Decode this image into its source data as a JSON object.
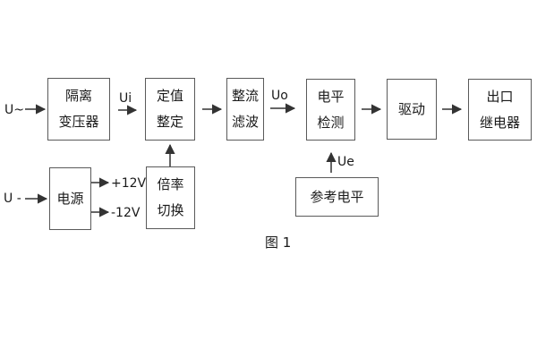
{
  "figure": {
    "caption": "图 1"
  },
  "inputs": {
    "ac_label": "U~",
    "dc_label": "U -"
  },
  "signals": {
    "ui": "Ui",
    "uo": "Uo",
    "ue": "Ue"
  },
  "rails": {
    "pos": "+12V",
    "neg": "-12V"
  },
  "blocks": {
    "isolation": {
      "lines": [
        "隔离",
        "变压器"
      ]
    },
    "setting": {
      "lines": [
        "定值",
        "整定"
      ]
    },
    "rectifier": {
      "lines": [
        "整流",
        "滤波"
      ]
    },
    "level": {
      "lines": [
        "电平",
        "检测"
      ]
    },
    "drive": {
      "lines": [
        "驱动"
      ]
    },
    "relay": {
      "lines": [
        "出口",
        "继电器"
      ]
    },
    "power": {
      "lines": [
        "电源"
      ]
    },
    "multiplier": {
      "lines": [
        "倍率",
        "切换"
      ]
    },
    "reference": {
      "lines": [
        "参考电平"
      ]
    }
  },
  "palette": {
    "box_border": "#5a5a5a",
    "text": "#1a1a1a",
    "wire": "#333333",
    "background": "#ffffff"
  }
}
